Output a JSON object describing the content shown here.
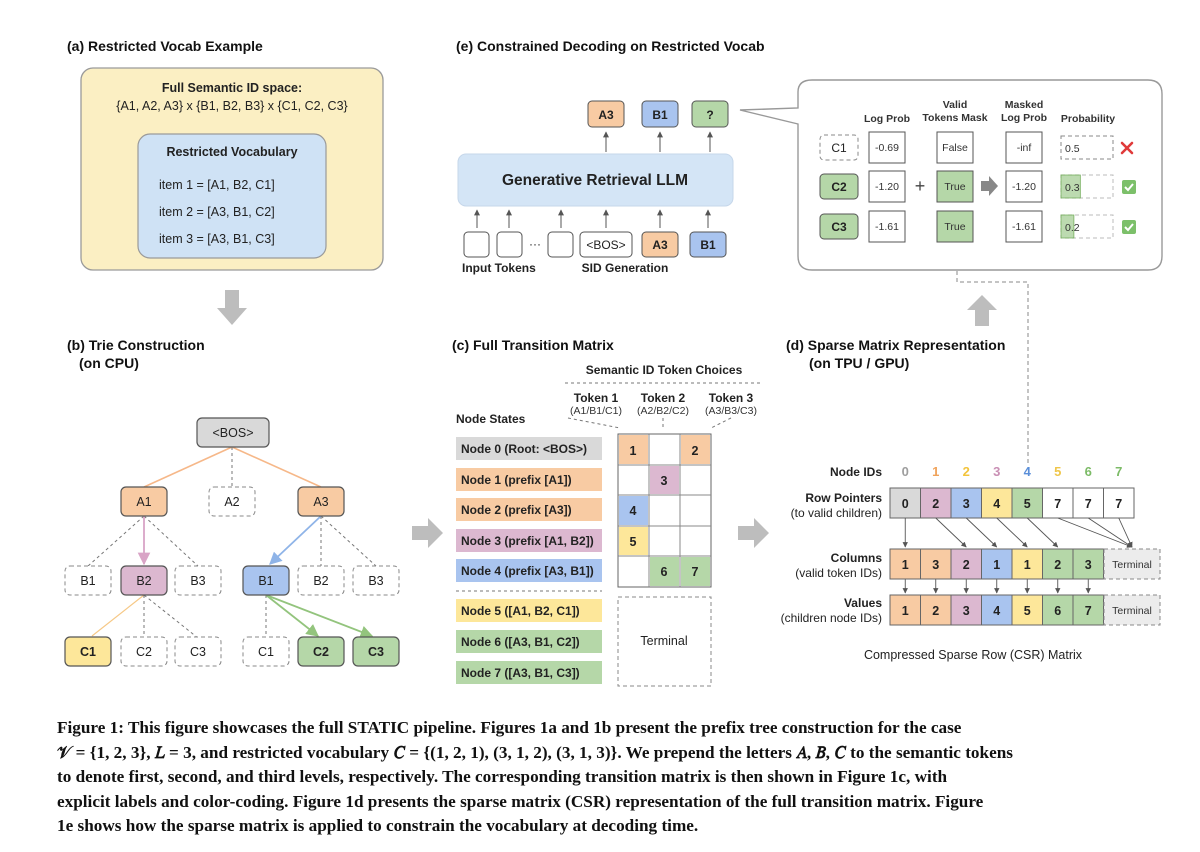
{
  "colors": {
    "orange": "#f8cba3",
    "blue": "#a9c4ef",
    "green": "#b5d7a8",
    "pink": "#dcb8d0",
    "yellow": "#fde79a",
    "gray_fill": "#d9d9d9",
    "llm_fill": "#d4e5f6",
    "panel_yellow": "#fbefc3",
    "panel_blue": "#cfe2f5"
  },
  "panel_a": {
    "title": "(a) Restricted Vocab Example",
    "space_title": "Full Semantic ID space:",
    "space_expr": "{A1, A2, A3} x {B1, B2, B3} x {C1, C2, C3}",
    "vocab_title": "Restricted Vocabulary",
    "items": [
      "item 1 = [A1, B2, C1]",
      "item 2 = [A3, B1, C2]",
      "item 3 = [A3, B1, C3]"
    ]
  },
  "panel_b": {
    "title1": "(b) Trie Construction",
    "title2": "(on CPU)",
    "bos": "<BOS>",
    "level1": [
      "A1",
      "A2",
      "A3"
    ],
    "level2": [
      "B1",
      "B2",
      "B3",
      "B1",
      "B2",
      "B3"
    ],
    "level3": [
      "C1",
      "C2",
      "C3",
      "C1",
      "C2",
      "C3"
    ]
  },
  "panel_c": {
    "title": "(c) Full Transition Matrix",
    "choices_title": "Semantic ID Token Choices",
    "node_states": "Node States",
    "tokens": [
      {
        "name": "Token 1",
        "sub": "(A1/B1/C1)"
      },
      {
        "name": "Token 2",
        "sub": "(A2/B2/C2)"
      },
      {
        "name": "Token 3",
        "sub": "(A3/B3/C3)"
      }
    ],
    "nodes": [
      "Node 0 (Root: <BOS>)",
      "Node 1 (prefix [A1])",
      "Node 2 (prefix [A3])",
      "Node 3 (prefix [A1, B2])",
      "Node 4 (prefix [A3, B1])",
      "Node 5 ([A1, B2, C1])",
      "Node 6 ([A3, B1, C2])",
      "Node 7 ([A3, B1, C3])"
    ],
    "cells": [
      [
        "1",
        "",
        "2"
      ],
      [
        "",
        "3",
        ""
      ],
      [
        "4",
        "",
        ""
      ],
      [
        "5",
        "",
        ""
      ],
      [
        "",
        "6",
        "7"
      ]
    ],
    "terminal": "Terminal"
  },
  "panel_d": {
    "title1": "(d) Sparse Matrix Representation",
    "title2": "(on TPU / GPU)",
    "node_ids_label": "Node IDs",
    "node_ids": [
      "0",
      "1",
      "2",
      "3",
      "4",
      "5",
      "6",
      "7"
    ],
    "row_label": "Row Pointers",
    "row_sub": "(to valid children)",
    "row_pointers": [
      "0",
      "2",
      "3",
      "4",
      "5",
      "7",
      "7",
      "7"
    ],
    "col_label": "Columns",
    "col_sub": "(valid token IDs)",
    "columns": [
      "1",
      "3",
      "2",
      "1",
      "1",
      "2",
      "3"
    ],
    "val_label": "Values",
    "val_sub": "(children node IDs)",
    "values": [
      "1",
      "2",
      "3",
      "4",
      "5",
      "6",
      "7"
    ],
    "terminal": "Terminal",
    "footer": "Compressed Sparse Row (CSR) Matrix"
  },
  "panel_e": {
    "title": "(e) Constrained Decoding on Restricted Vocab",
    "outputs": [
      "A3",
      "B1",
      "?"
    ],
    "llm": "Generative Retrieval LLM",
    "ellipsis": "···",
    "bos": "<BOS>",
    "inputs_sid": [
      "A3",
      "B1"
    ],
    "input_label": "Input Tokens",
    "sid_label": "SID Generation",
    "headers": {
      "log_prob": "Log Prob",
      "mask_1": "Valid",
      "mask_2": "Tokens Mask",
      "masked_1": "Masked",
      "masked_2": "Log Prob",
      "probability": "Probability"
    },
    "rows": [
      {
        "token": "C1",
        "log_prob": "-0.69",
        "mask": "False",
        "masked": "-inf",
        "prob": "0.5",
        "prob_value": 0.5
      },
      {
        "token": "C2",
        "log_prob": "-1.20",
        "mask": "True",
        "masked": "-1.20",
        "prob": "0.3",
        "prob_value": 0.3
      },
      {
        "token": "C3",
        "log_prob": "-1.61",
        "mask": "True",
        "masked": "-1.61",
        "prob": "0.2",
        "prob_value": 0.2
      }
    ],
    "plus": "+"
  },
  "caption": {
    "lines": [
      "Figure 1: This figure showcases the full STATIC pipeline. Figures 1a and 1b present the prefix tree construction for the case",
      "𝒱 = {1, 2, 3}, 𝐿 = 3, and restricted vocabulary 𝐶 = {(1, 2, 1), (3, 1, 2), (3, 1, 3)}. We prepend the letters 𝐴, 𝐵, 𝐶 to the semantic tokens",
      "to denote first, second, and third levels, respectively. The corresponding transition matrix is then shown in Figure 1c, with",
      "explicit labels and color-coding. Figure 1d presents the sparse matrix (CSR) representation of the full transition matrix. Figure",
      "1e shows how the sparse matrix is applied to constrain the vocabulary at decoding time."
    ]
  }
}
